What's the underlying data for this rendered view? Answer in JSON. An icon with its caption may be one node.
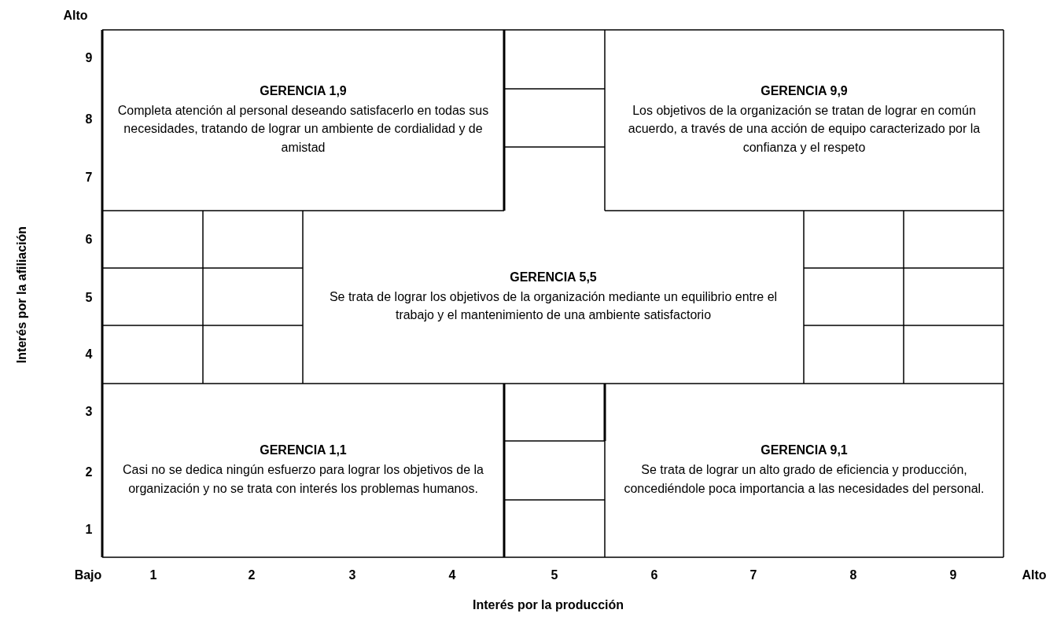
{
  "diagram": {
    "nodes": [
      {
        "text": [
          "GERENCIA 1,9",
          "Completa atención al personal deseando satisfacerlo en todas sus necesidades, tratando de lograr un ambiente de cordialidad y de amistad"
        ]
      },
      {
        "text": [
          "GERENCIA 9,9",
          "Los objetivos de la organización se tratan de lograr en común acuerdo, a través de una acción de equipo caracterizado por  la confianza y el respeto"
        ]
      },
      {
        "text": [
          "GERENCIA 5,5",
          "Se trata de lograr los objetivos de la organización mediante un equilibrio entre el trabajo y el mantenimiento de una ambiente satisfactorio"
        ]
      },
      {
        "text": [
          "GERENCIA 1,1",
          "Casi no se dedica ningún esfuerzo para lograr los objetivos de la organización y no se trata con interés los problemas humanos."
        ]
      },
      {
        "text": [
          "GERENCIA 9,1",
          "Se trata de lograr un alto grado de eficiencia y producción, concediéndole poca importancia a las necesidades del personal."
        ]
      }
    ],
    "edges": [],
    "labels": [
      "Alto",
      "9",
      "8",
      "7",
      "6",
      "Interés por la afiliación",
      "5",
      "4",
      "3",
      "2",
      "1",
      "Bajo",
      "1",
      "2",
      "3",
      "4",
      "5",
      "6",
      "7",
      "8",
      "9",
      "Alto",
      "Interés por la producción"
    ]
  }
}
